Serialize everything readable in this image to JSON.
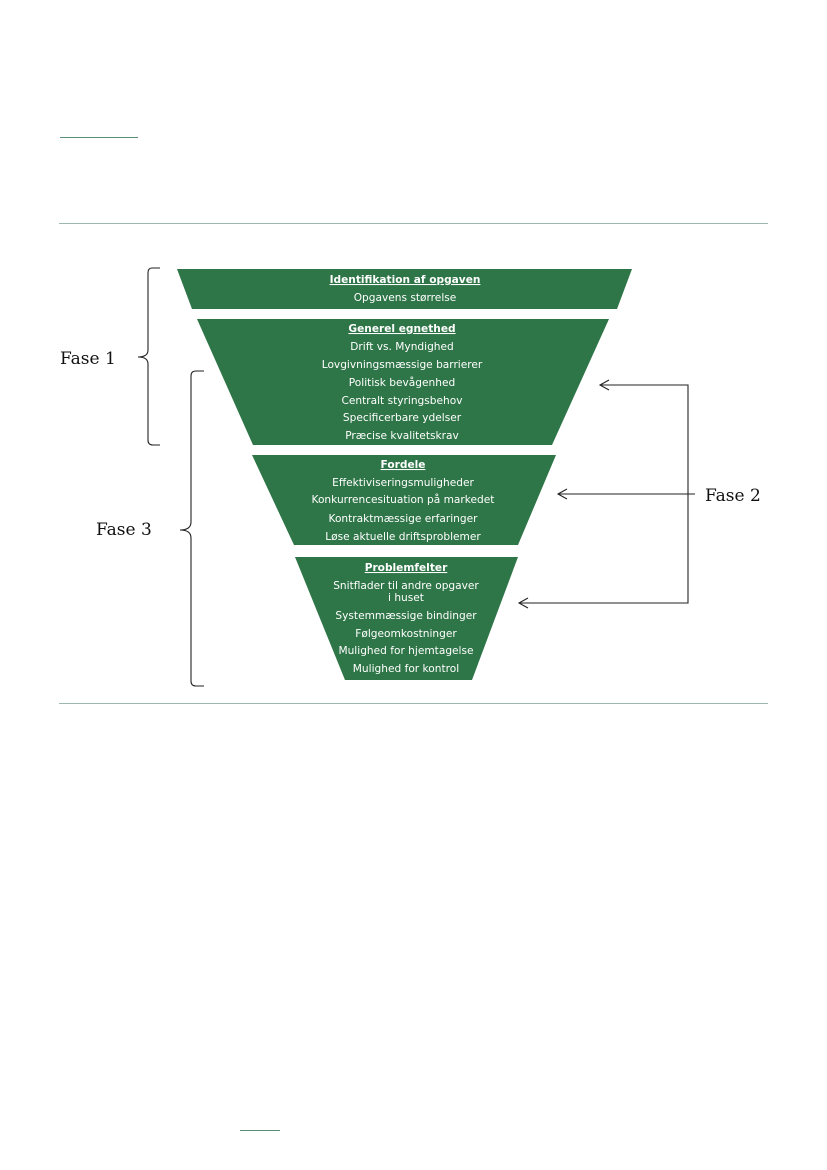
{
  "colors": {
    "segment_fill": "#2e7547",
    "rule": "#9cb9ad"
  },
  "phases": {
    "fase1": "Fase 1",
    "fase2": "Fase 2",
    "fase3": "Fase 3"
  },
  "segments": [
    {
      "title": "Identifikation af opgaven",
      "items": [
        "Opgavens størrelse"
      ]
    },
    {
      "title": "Generel egnethed",
      "items": [
        "Drift vs. Myndighed",
        "Lovgivningsmæssige barrierer",
        "Politisk bevågenhed",
        "Centralt styringsbehov",
        "Specificerbare ydelser",
        "Præcise kvalitetskrav"
      ]
    },
    {
      "title": "Fordele",
      "items": [
        "Effektiviseringsmuligheder",
        "Konkurrencesituation på markedet",
        "Kontraktmæssige erfaringer",
        "Løse aktuelle driftsproblemer"
      ]
    },
    {
      "title": "Problemfelter",
      "items": [
        "Snitflader til andre opgaver",
        "i huset",
        "Systemmæssige bindinger",
        "Følgeomkostninger",
        "Mulighed for hjemtagelse",
        "Mulighed for kontrol"
      ]
    }
  ]
}
